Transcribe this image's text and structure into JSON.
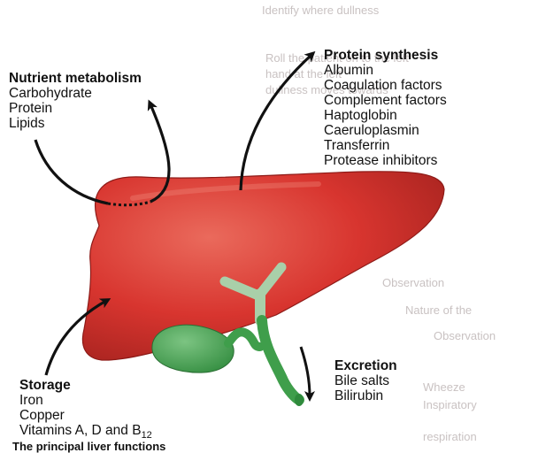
{
  "background_text": {
    "lines": [
      "Identify where dullness",
      "Roll the patient on to the left",
      "hand at the left",
      "dullness moves towards",
      "Observation",
      "Nature of the",
      "Observation",
      "Wheeze",
      "Inspiratory",
      "respiration"
    ]
  },
  "colors": {
    "liver": "#d8352f",
    "liver_highlight": "#ea6a5c",
    "liver_edge": "#8d1a17",
    "bile_duct": "#a9cfa9",
    "gallbladder": "#3f9e4b",
    "gallbladder_highlight": "#7cc482",
    "arrow": "#111111"
  },
  "labels": {
    "nutrient": {
      "title": "Nutrient metabolism",
      "items": [
        "Carbohydrate",
        "Protein",
        "Lipids"
      ]
    },
    "protein": {
      "title": "Protein synthesis",
      "items": [
        "Albumin",
        "Coagulation factors",
        "Complement factors",
        "Haptoglobin",
        "Caeruloplasmin",
        "Transferrin",
        "Protease inhibitors"
      ]
    },
    "storage": {
      "title": "Storage",
      "items": [
        "Iron",
        "Copper",
        "Vitamins A, D and B",
        "12"
      ]
    },
    "excretion": {
      "title": "Excretion",
      "items": [
        "Bile salts",
        "Bilirubin"
      ]
    }
  },
  "caption": "The principal liver functions"
}
